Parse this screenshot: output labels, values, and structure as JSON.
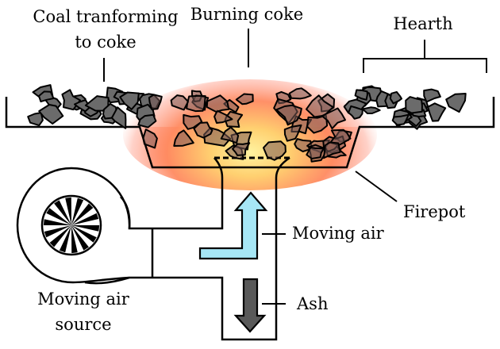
{
  "labels": {
    "coal_line1": "Coal tranforming",
    "coal_line2": "to coke",
    "burning_coke": "Burning coke",
    "hearth": "Hearth",
    "firepot": "Firepot",
    "moving_air": "Moving air",
    "ash": "Ash",
    "source_line1": "Moving air",
    "source_line2": "source"
  },
  "icons": {
    "blower": "fan-icon",
    "air_arrow": "arrow-up-icon",
    "ash_arrow": "arrow-down-icon"
  },
  "colors": {
    "coal": "#6b6b6b",
    "coal_outline": "#000000",
    "air_arrow": "#a6e6f5",
    "ash_arrow": "#595959",
    "glow_inner": "#ffee88",
    "glow_outer": "#ff7a5c"
  }
}
